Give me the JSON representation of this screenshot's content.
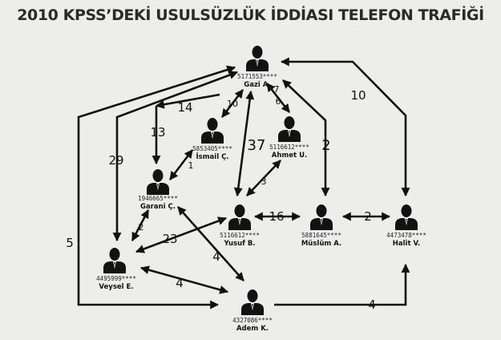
{
  "title": "2010 KPSS’DEKİ USULSÜZLÜK İDDİASI TELEFON TRAFİĞİ",
  "people": [
    {
      "id": "gazi",
      "number": "5171553****",
      "name": "Gazi A."
    },
    {
      "id": "ismail",
      "number": "5853405****",
      "name": "İsmail Ç."
    },
    {
      "id": "ahmet",
      "number": "5116612****",
      "name": "Ahmet U."
    },
    {
      "id": "garani",
      "number": "1946665****",
      "name": "Garani Ç."
    },
    {
      "id": "yusuf",
      "number": "5116612****",
      "name": "Yusuf B."
    },
    {
      "id": "muslum",
      "number": "5881645****",
      "name": "Müslüm A."
    },
    {
      "id": "halit",
      "number": "4473478****",
      "name": "Halit V."
    },
    {
      "id": "veysel",
      "number": "4495999****",
      "name": "Veysel E."
    },
    {
      "id": "adem",
      "number": "4327086****",
      "name": "Adem K."
    }
  ],
  "calls": [
    {
      "id": "veysel-gazi-outer",
      "count": "5"
    },
    {
      "id": "gazi-veysel",
      "count": "29"
    },
    {
      "id": "gazi-garani",
      "count": "13"
    },
    {
      "id": "gazi-garani-arc",
      "count": "14"
    },
    {
      "id": "gazi-ismail",
      "count": "10"
    },
    {
      "id": "gazi-ahmet",
      "count": "7"
    },
    {
      "id": "gazi-ahmet-6",
      "count": "6"
    },
    {
      "id": "gazi-yusuf",
      "count": "37"
    },
    {
      "id": "gazi-muslum",
      "count": "2"
    },
    {
      "id": "gazi-halit",
      "count": "10"
    },
    {
      "id": "ismail-garani",
      "count": "1"
    },
    {
      "id": "ahmet-yusuf",
      "count": "3"
    },
    {
      "id": "garani-veysel",
      "count": "2"
    },
    {
      "id": "veysel-yusuf",
      "count": "23"
    },
    {
      "id": "garani-adem",
      "count": "4"
    },
    {
      "id": "veysel-adem",
      "count": "4"
    },
    {
      "id": "yusuf-muslum",
      "count": "16"
    },
    {
      "id": "muslum-halit",
      "count": "2"
    },
    {
      "id": "adem-halit",
      "count": "4"
    }
  ]
}
